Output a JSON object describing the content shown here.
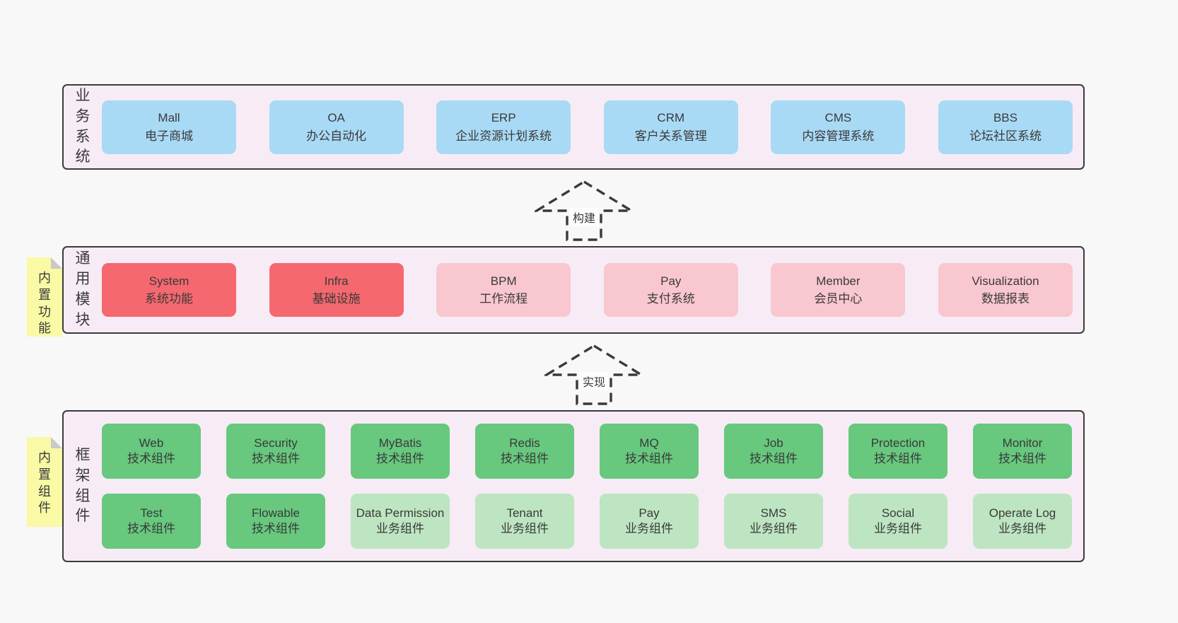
{
  "colors": {
    "page_bg": "#f8f8f8",
    "container_bg": "#f7ecf5",
    "container_border": "#3b3b3b",
    "blue_box": "#a9daf5",
    "red_box": "#f5686f",
    "pink_box": "#f9c7d0",
    "green_box": "#67c87e",
    "light_green_box": "#bde5c1",
    "sticky_yellow": "#f9f9a6",
    "sticky_fold": "#c9c9c9",
    "text": "#3a3a3a"
  },
  "arrows": {
    "build": "构建",
    "implement": "实现"
  },
  "layers": {
    "business": {
      "label": "业务系统",
      "boxes": [
        {
          "title": "Mall",
          "subtitle": "电子商城"
        },
        {
          "title": "OA",
          "subtitle": "办公自动化"
        },
        {
          "title": "ERP",
          "subtitle": "企业资源计划系统"
        },
        {
          "title": "CRM",
          "subtitle": "客户关系管理"
        },
        {
          "title": "CMS",
          "subtitle": "内容管理系统"
        },
        {
          "title": "BBS",
          "subtitle": "论坛社区系统"
        }
      ]
    },
    "modules": {
      "label": "通用模块",
      "sticky": "内置功能",
      "boxes": [
        {
          "title": "System",
          "subtitle": "系统功能"
        },
        {
          "title": "Infra",
          "subtitle": "基础设施"
        },
        {
          "title": "BPM",
          "subtitle": "工作流程"
        },
        {
          "title": "Pay",
          "subtitle": "支付系统"
        },
        {
          "title": "Member",
          "subtitle": "会员中心"
        },
        {
          "title": "Visualization",
          "subtitle": "数据报表"
        }
      ]
    },
    "components": {
      "label": "框架组件",
      "sticky": "内置组件",
      "row1": [
        {
          "title": "Web",
          "subtitle": "技术组件"
        },
        {
          "title": "Security",
          "subtitle": "技术组件"
        },
        {
          "title": "MyBatis",
          "subtitle": "技术组件"
        },
        {
          "title": "Redis",
          "subtitle": "技术组件"
        },
        {
          "title": "MQ",
          "subtitle": "技术组件"
        },
        {
          "title": "Job",
          "subtitle": "技术组件"
        },
        {
          "title": "Protection",
          "subtitle": "技术组件"
        },
        {
          "title": "Monitor",
          "subtitle": "技术组件"
        }
      ],
      "row2": [
        {
          "title": "Test",
          "subtitle": "技术组件"
        },
        {
          "title": "Flowable",
          "subtitle": "技术组件"
        },
        {
          "title": "Data Permission",
          "subtitle": "业务组件"
        },
        {
          "title": "Tenant",
          "subtitle": "业务组件"
        },
        {
          "title": "Pay",
          "subtitle": "业务组件"
        },
        {
          "title": "SMS",
          "subtitle": "业务组件"
        },
        {
          "title": "Social",
          "subtitle": "业务组件"
        },
        {
          "title": "Operate Log",
          "subtitle": "业务组件"
        }
      ]
    }
  }
}
